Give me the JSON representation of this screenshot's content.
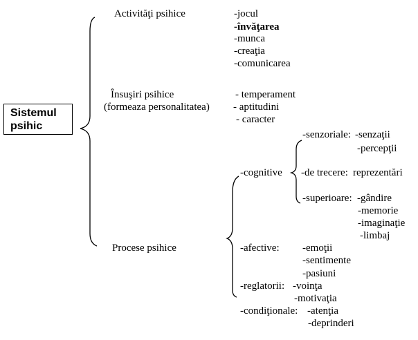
{
  "root": {
    "line1": "Sistemul",
    "line2": "psihic"
  },
  "activitati": {
    "label": "Activităţi psihice",
    "items": [
      "-jocul",
      "-învăţarea",
      "-munca",
      "-creaţia",
      "-comunicarea"
    ]
  },
  "insusiri": {
    "label": "Însuşiri psihice",
    "sublabel": "(formeaza personalitatea)",
    "items": [
      "- temperament",
      "- aptitudini",
      "- caracter"
    ]
  },
  "procese": {
    "label": "Procese psihice",
    "cognitive": {
      "label": "-cognitive",
      "senzoriale": {
        "label": "-senzoriale:",
        "items": [
          "-senzaţii",
          "-percepţii"
        ]
      },
      "de_trecere": {
        "label": "-de trecere:",
        "items": [
          "reprezentări"
        ]
      },
      "superioare": {
        "label": "-superioare:",
        "items": [
          "-gândire",
          "-memorie",
          "-imaginaţie",
          "-limbaj"
        ]
      }
    },
    "afective": {
      "label": "-afective:",
      "items": [
        "-emoţii",
        "-sentimente",
        "-pasiuni"
      ]
    },
    "reglatorii": {
      "label": "-reglatorii:",
      "items": [
        "-voinţa",
        "-motivaţia"
      ]
    },
    "conditionale": {
      "label": "-condiţionale:",
      "items": [
        "-atenţia",
        "-deprinderi"
      ]
    }
  }
}
